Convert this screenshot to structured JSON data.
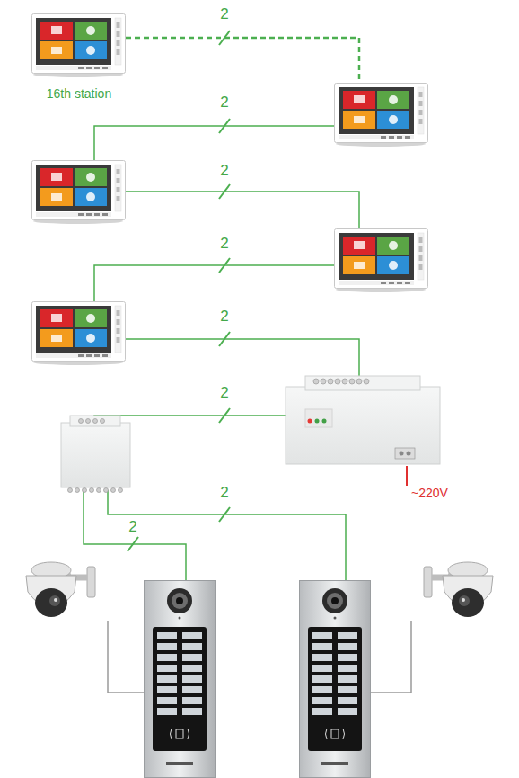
{
  "diagram": {
    "labels": [
      "16th station",
      "2",
      "2",
      "2",
      "2",
      "2",
      "2",
      "2",
      "2",
      "~220V"
    ]
  }
}
